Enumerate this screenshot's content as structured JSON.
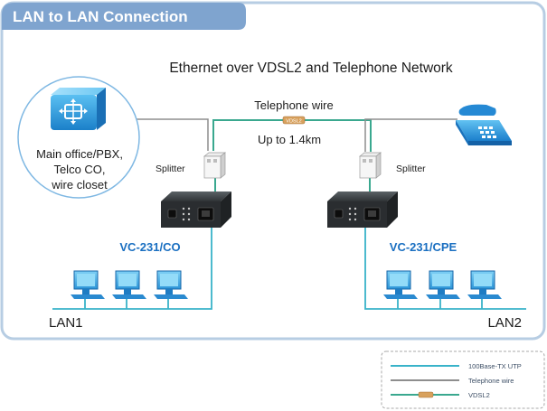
{
  "header": {
    "title": "LAN to LAN Connection"
  },
  "diagram": {
    "main_title": "Ethernet over VDSL2 and Telephone Network",
    "telephone_wire_label": "Telephone wire",
    "distance_label": "Up to 1.4km",
    "vdsl_tag": "VDSL2",
    "office_lines": [
      "Main office/PBX,",
      "Telco CO,",
      "wire closet"
    ],
    "splitter_left": "Splitter",
    "splitter_right": "Splitter",
    "device_co": "VC-231/CO",
    "device_cpe": "VC-231/CPE",
    "lan_left": "LAN1",
    "lan_right": "LAN2"
  },
  "legend": {
    "items": [
      {
        "label": "100Base-TX UTP",
        "type": "utp",
        "color": "#39b3c9"
      },
      {
        "label": "Telephone wire",
        "type": "phone",
        "color": "#8e8e8e"
      },
      {
        "label": "VDSL2",
        "type": "vdsl",
        "color": "#3aa88f"
      }
    ]
  },
  "colors": {
    "frame": "#b7cde3",
    "header_bg": "#7fa4cf",
    "utp": "#39b3c9",
    "phone": "#8e8e8e",
    "vdsl": "#3aa88f",
    "device_label": "#1a6fc1",
    "icon_blue": "#1e8fd6"
  }
}
